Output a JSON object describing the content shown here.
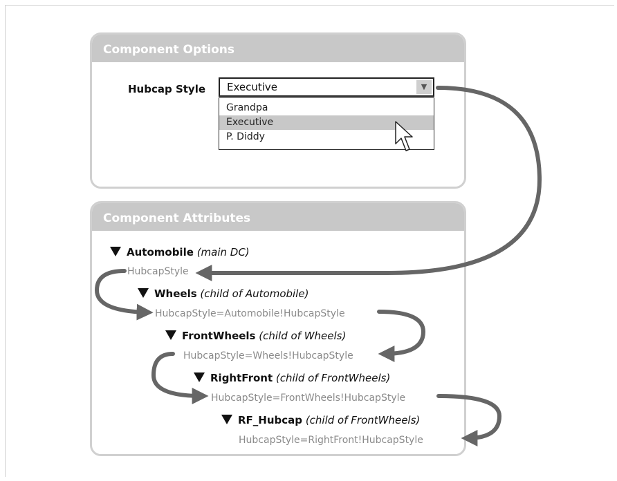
{
  "options_panel": {
    "title": "Component Options",
    "field_label": "Hubcap Style",
    "selected_value": "Executive",
    "dropdown_options": [
      "Grandpa",
      "Executive",
      "P. Diddy"
    ],
    "highlighted_option": "Executive"
  },
  "attributes_panel": {
    "title": "Component Attributes",
    "nodes": [
      {
        "name": "Automobile",
        "note": "(main DC)",
        "attribute": "HubcapStyle"
      },
      {
        "name": "Wheels",
        "note": "(child of Automobile)",
        "attribute": "HubcapStyle=Automobile!HubcapStyle"
      },
      {
        "name": "FrontWheels",
        "note": "(child of Wheels)",
        "attribute": "HubcapStyle=Wheels!HubcapStyle"
      },
      {
        "name": "RightFront",
        "note": "(child of FrontWheels)",
        "attribute": "HubcapStyle=FrontWheels!HubcapStyle"
      },
      {
        "name": "RF_Hubcap",
        "note": "(child of FrontWheels)",
        "attribute": "HubcapStyle=RightFront!HubcapStyle"
      }
    ]
  },
  "colors": {
    "header": "#c8c8c8",
    "border": "#d0d0d0",
    "arrow": "#666666",
    "attribute_text": "#8a8a8a"
  }
}
